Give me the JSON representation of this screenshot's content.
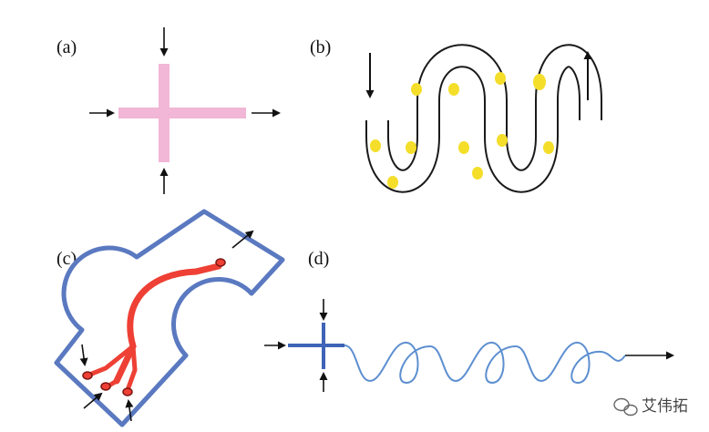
{
  "panels": {
    "a": {
      "label": "(a)"
    },
    "b": {
      "label": "(b)"
    },
    "c": {
      "label": "(c)"
    },
    "d": {
      "label": "(d)"
    }
  },
  "watermark": {
    "text": "艾伟拓",
    "icon": "wechat-icon"
  },
  "colors": {
    "pink_channel": "#f2b6d6",
    "yellow_droplet": "#f4de2a",
    "blue_outline": "#5a79c0",
    "red_channel": "#ee4035",
    "spiral_blue": "#5d8fd0"
  }
}
